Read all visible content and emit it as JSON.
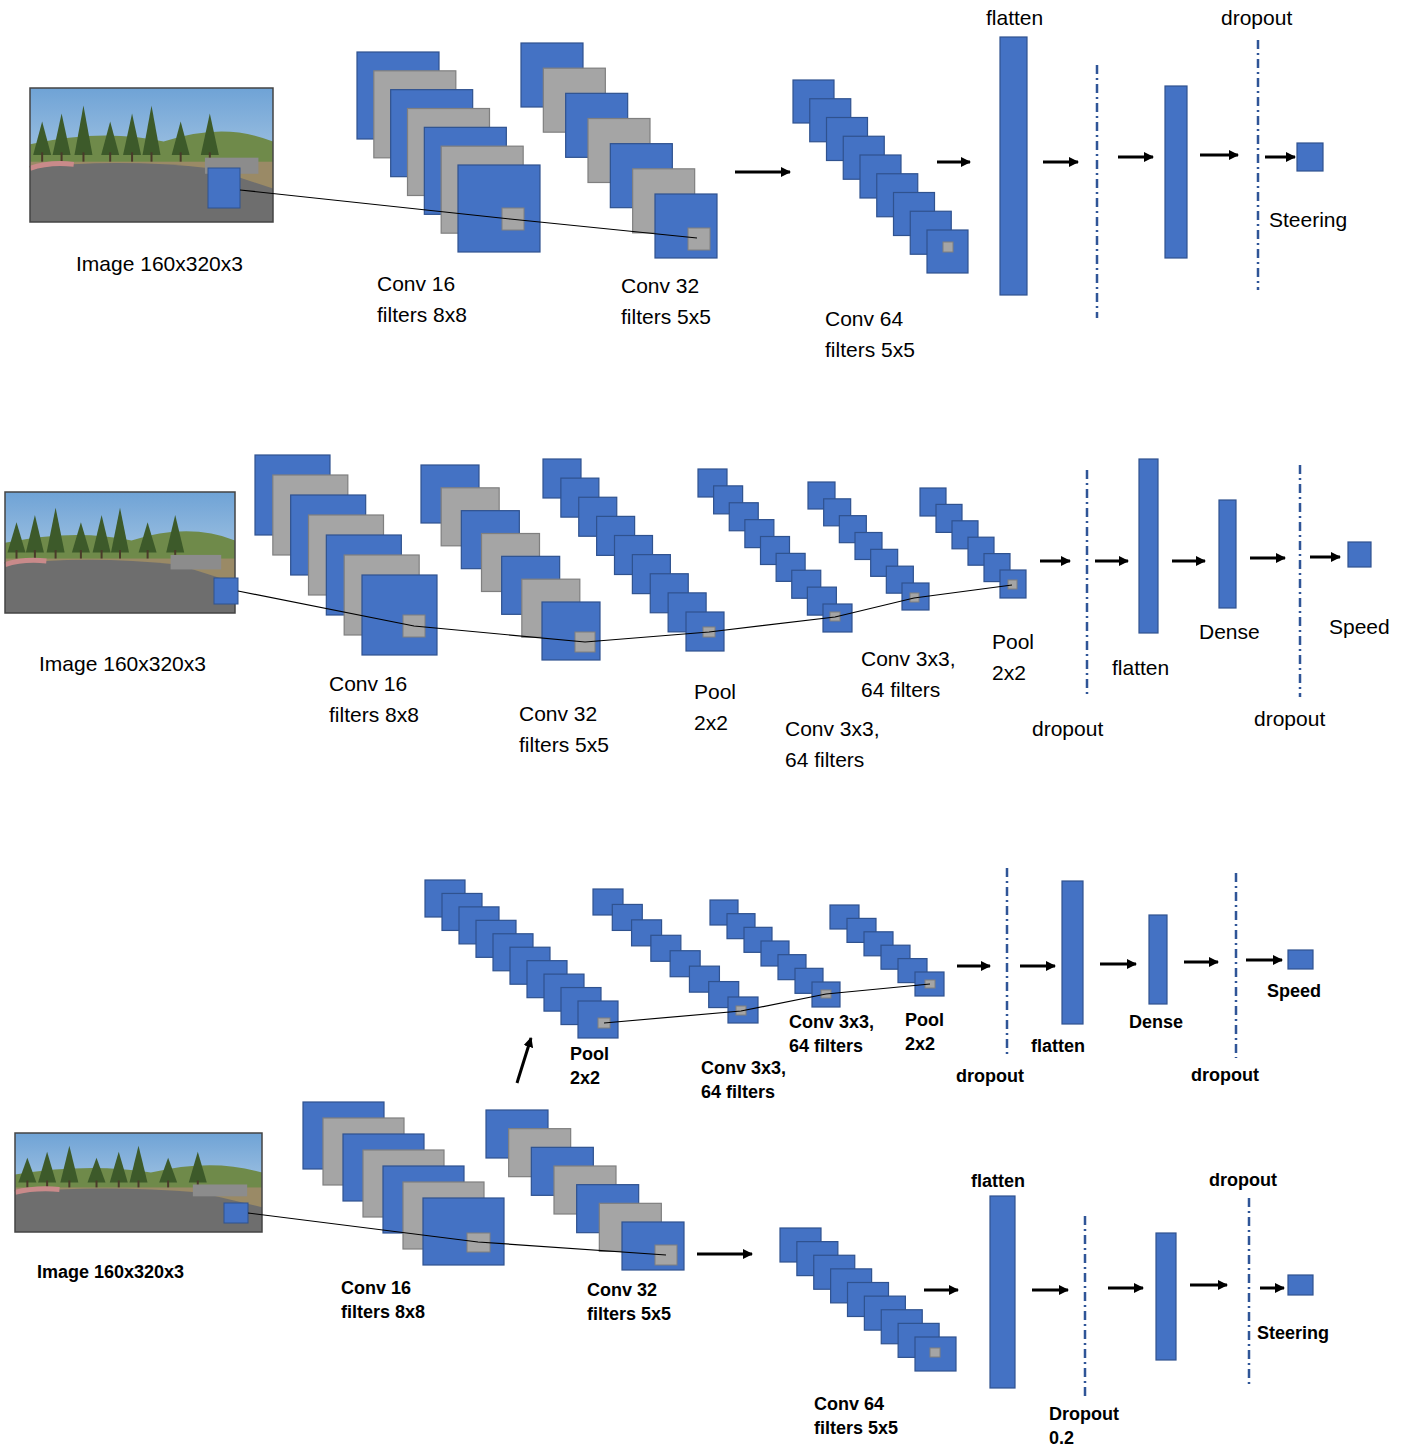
{
  "diagram": {
    "labels": [
      "flatten",
      "dropout",
      "Image 160x320x3",
      "Conv 16 filters 8x8",
      "Conv 32 filters 5x5",
      "Steering",
      "Conv 64 filters 5x5",
      "Image 160x320x3",
      "Conv 16 filters 8x8",
      "Conv 32 filters 5x5",
      "Pool 2x2",
      "Conv 3x3, 64 filters",
      "Pool 2x2",
      "Conv 3x3, 64 filters",
      "flatten",
      "Dense",
      "Speed",
      "dropout",
      "dropout",
      "Conv 3x3, 64 filters",
      "Pool 2x2",
      "Pool 2x2",
      "Speed",
      "Dense",
      "flatten",
      "Conv 3x3, 64 filters",
      "dropout",
      "dropout",
      "flatten",
      "dropout",
      "Image 160x320x3",
      "Conv 16 filters 8x8",
      "Conv 32 filters 5x5",
      "Steering",
      "Conv 64 filters 5x5",
      "Dropout 0.2"
    ]
  }
}
